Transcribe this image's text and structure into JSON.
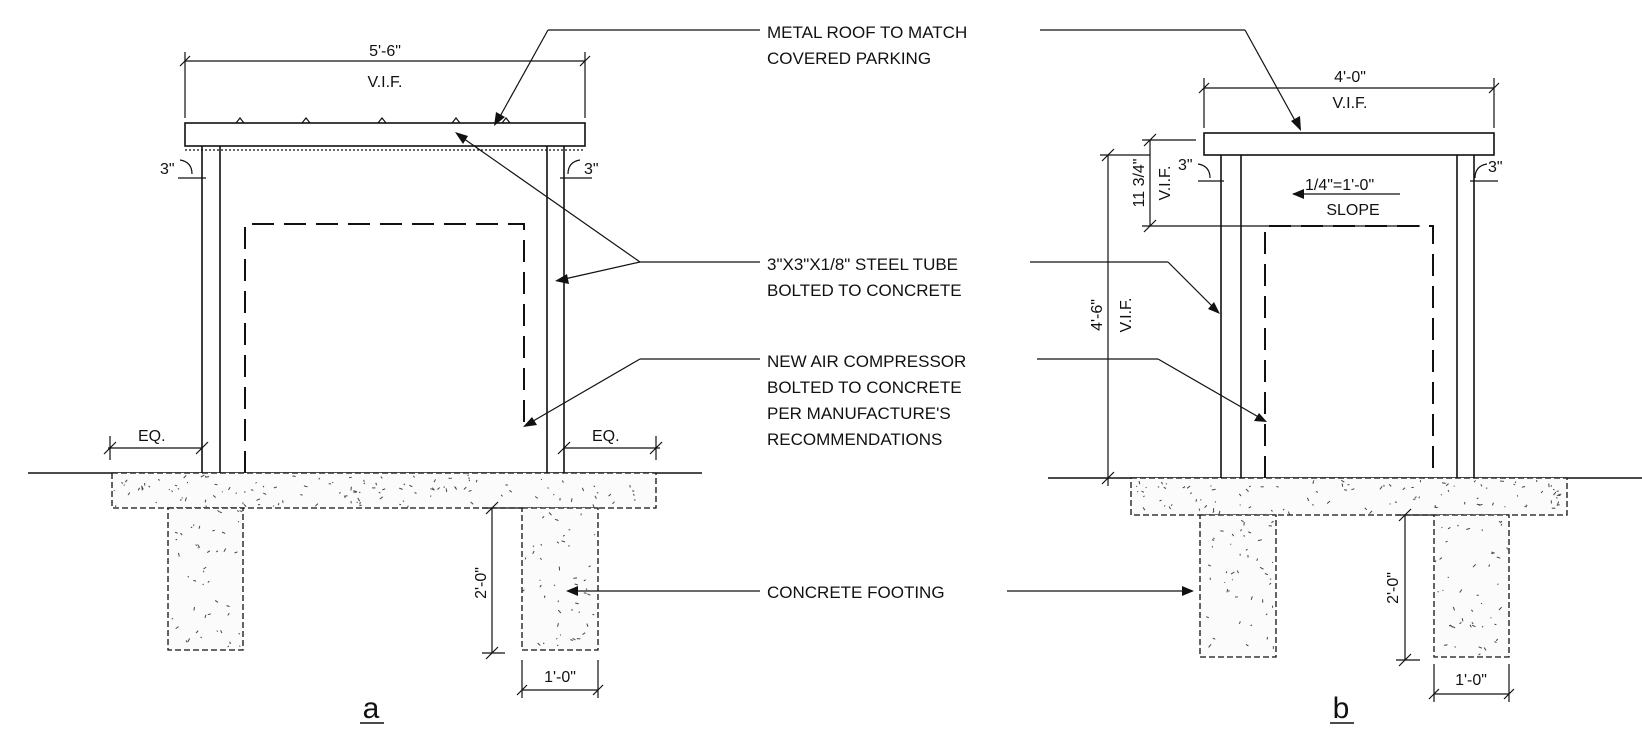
{
  "labels": {
    "roof": [
      "METAL ROOF TO MATCH",
      "COVERED PARKING"
    ],
    "tube": [
      "3\"X3\"X1/8\" STEEL TUBE",
      "BOLTED TO CONCRETE"
    ],
    "compressor": [
      "NEW AIR COMPRESSOR",
      "BOLTED TO CONCRETE",
      "PER MANUFACTURE'S",
      "RECOMMENDATIONS"
    ],
    "footing": "CONCRETE FOOTING"
  },
  "view_a": {
    "caption": "a",
    "width_dim": "5'-6\"",
    "width_note": "V.I.F.",
    "overhang_left": "3\"",
    "overhang_right": "3\"",
    "eq_left": "EQ.",
    "eq_right": "EQ.",
    "footing_depth": "2'-0\"",
    "footing_width": "1'-0\""
  },
  "view_b": {
    "caption": "b",
    "width_dim": "4'-0\"",
    "width_note": "V.I.F.",
    "overhang_left": "3\"",
    "overhang_right": "3\"",
    "rise_dim": "11 3/4\"",
    "rise_note": "V.I.F.",
    "height_dim": "4'-6\"",
    "height_note": "V.I.F.",
    "slope_ratio": "1/4\"=1'-0\"",
    "slope_label": "SLOPE",
    "footing_depth": "2'-0\"",
    "footing_width": "1'-0\""
  }
}
